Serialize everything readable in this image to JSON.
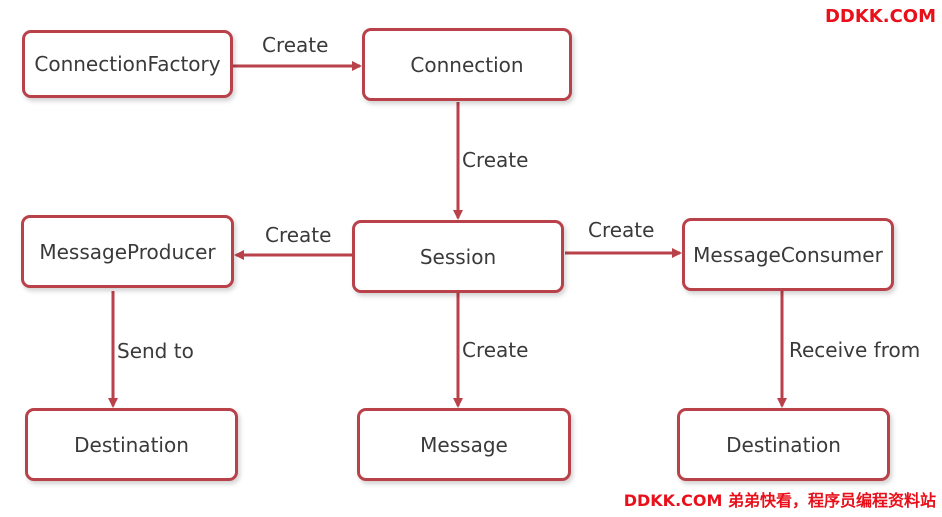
{
  "diagram": {
    "nodes": {
      "connection_factory": "ConnectionFactory",
      "connection": "Connection",
      "session": "Session",
      "message_producer": "MessageProducer",
      "message_consumer": "MessageConsumer",
      "destination_left": "Destination",
      "message": "Message",
      "destination_right": "Destination"
    },
    "edges": {
      "factory_to_connection": "Create",
      "connection_to_session": "Create",
      "session_to_producer": "Create",
      "session_to_consumer": "Create",
      "producer_to_destination": "Send to",
      "session_to_message": "Create",
      "consumer_to_destination": "Receive from"
    },
    "colors": {
      "border": "#b9414a",
      "arrow": "#b9414a",
      "text": "#3a3a3a"
    }
  },
  "watermark": {
    "top": "DDKK.COM",
    "bottom": "DDKK.COM 弟弟快看，程序员编程资料站",
    "color": "#e8111b"
  }
}
